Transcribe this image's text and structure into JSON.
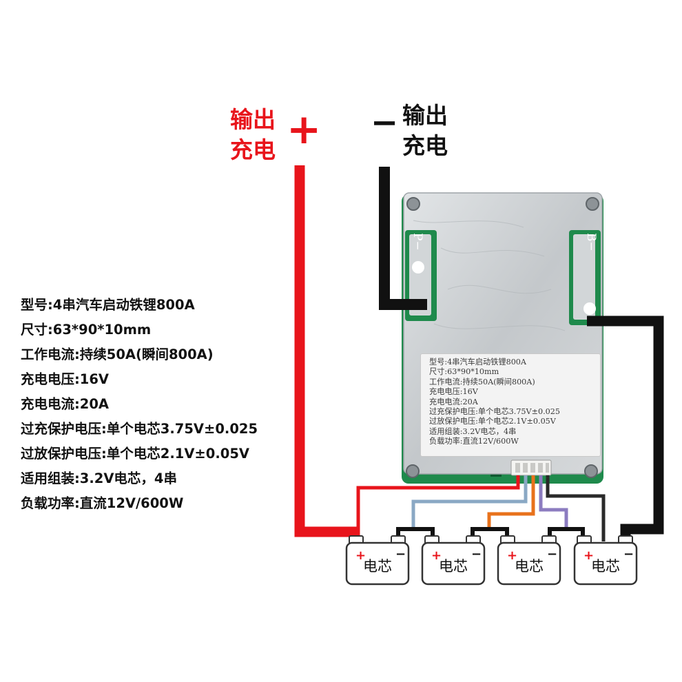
{
  "terminals": {
    "positive": {
      "line1": "输出",
      "line2": "充电",
      "symbol": "+"
    },
    "negative": {
      "line1": "输出",
      "line2": "充电",
      "symbol": "−"
    }
  },
  "specs": [
    "型号:4串汽车启动铁锂800A",
    "尺寸:63*90*10mm",
    "工作电流:持续50A(瞬间800A)",
    "充电电压:16V",
    "充电电流:20A",
    "过充保护电压:单个电芯3.75V±0.025",
    "过放保护电压:单个电芯2.1V±0.05V",
    "适用组装:3.2V电芯，4串",
    "负载功率:直流12V/600W"
  ],
  "board_label": [
    "型号:4串汽车启动铁锂800A",
    "尺寸:63*90*10mm",
    "工作电流:持续50A(瞬间800A)",
    "充电电压:16V",
    "充电电流:20A",
    "过充保护电压:单个电芯3.75V±0.025",
    "过放保护电压:单个电芯2.1V±0.05V",
    "适用组装:3.2V电芯，4串",
    "负载功率:直流12V/600W"
  ],
  "pads": {
    "p_minus": "P−",
    "b_minus": "B−"
  },
  "cells": [
    {
      "label": "电芯",
      "pos": "+",
      "neg": "−"
    },
    {
      "label": "电芯",
      "pos": "+",
      "neg": "−"
    },
    {
      "label": "电芯",
      "pos": "+",
      "neg": "−"
    },
    {
      "label": "电芯",
      "pos": "+",
      "neg": "−"
    }
  ],
  "colors": {
    "positive_wire": "#e8141b",
    "negative_wire": "#111111",
    "balance_wire_1": "#e8141b",
    "balance_wire_2": "#8aa8c4",
    "balance_wire_3": "#e8721c",
    "balance_wire_4": "#8c7cc0",
    "balance_wire_5": "#2a2a2a",
    "board_plate": "#c9cdd0",
    "pcb_green": "#1f8a4c"
  }
}
